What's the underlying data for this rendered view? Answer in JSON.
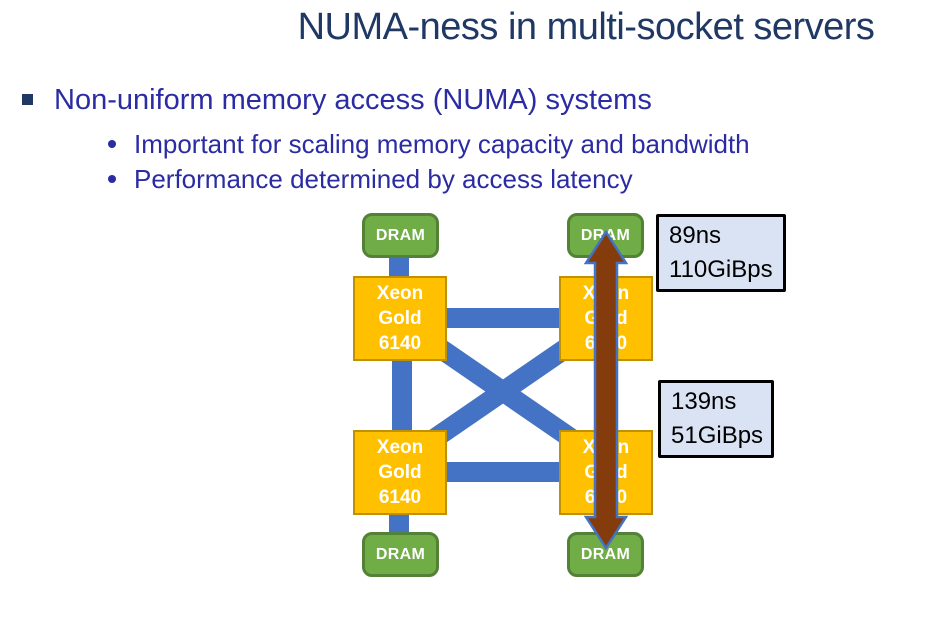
{
  "title": "NUMA-ness in multi-socket servers",
  "bullets": [
    {
      "level": 1,
      "text": "Non-uniform memory access (NUMA) systems"
    },
    {
      "level": 2,
      "text": "Important for scaling memory capacity and bandwidth"
    },
    {
      "level": 2,
      "text": "Performance determined by access latency"
    }
  ],
  "diagram": {
    "dram_label": "DRAM",
    "cpu": {
      "line1": "Xeon",
      "line2": "Gold",
      "line3": "6140"
    },
    "callouts": {
      "local": {
        "latency": "89ns",
        "bandwidth": "110GiBps"
      },
      "remote": {
        "latency": "139ns",
        "bandwidth": "51GiBps"
      }
    },
    "colors": {
      "cpu_fill": "#FFC000",
      "cpu_border": "#BF9000",
      "dram_fill": "#70AD47",
      "dram_border": "#538135",
      "link_blue": "#4472C4",
      "arrow_brown": "#843C0C",
      "arrow_outline": "#4472C4",
      "callout_fill": "#DAE3F3",
      "callout_border": "#000000",
      "title_text": "#1F3864",
      "body_text": "#2B2BA3"
    }
  }
}
